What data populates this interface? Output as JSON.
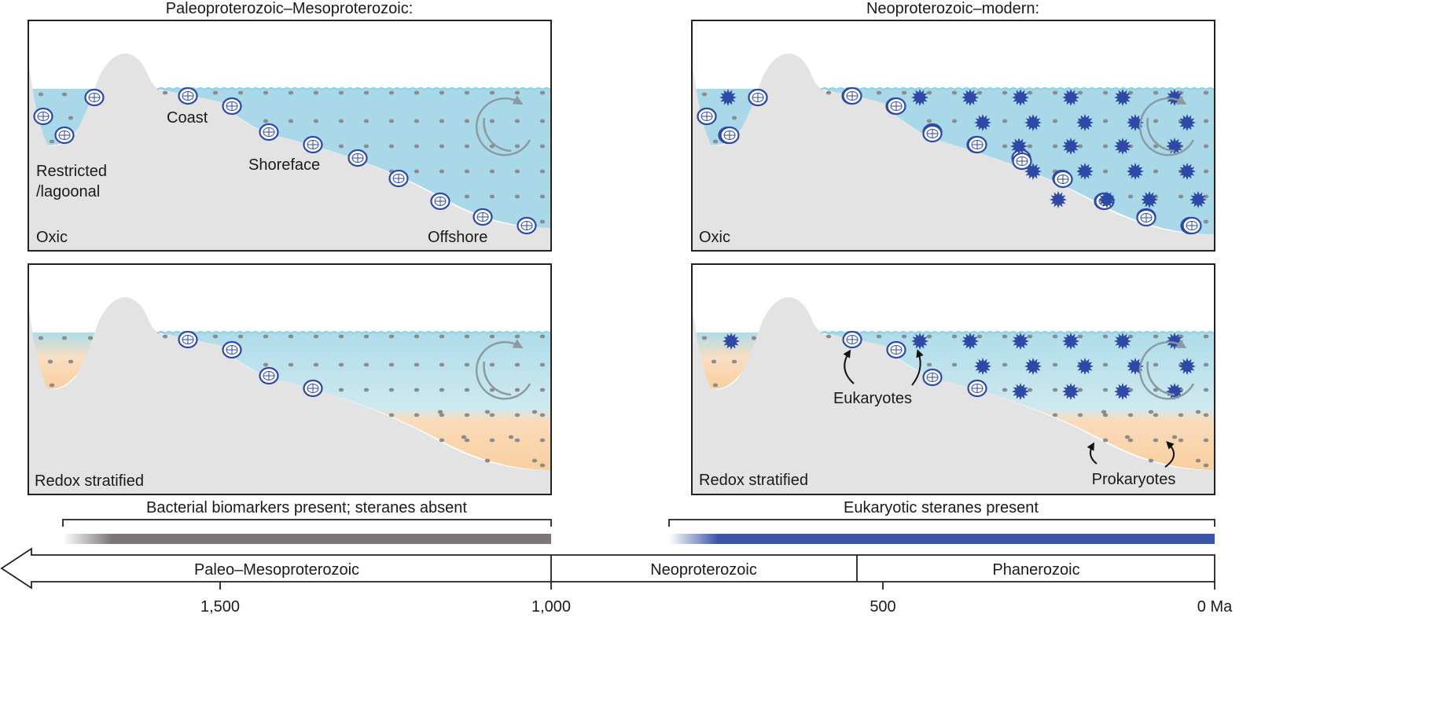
{
  "left_column": {
    "title": "Paleoproterozoic–Mesoproterozoic:",
    "top_panel": {
      "labels": {
        "restricted": "Restricted",
        "lagoonal": "/lagoonal",
        "coast": "Coast",
        "shoreface": "Shoreface",
        "offshore": "Offshore",
        "state": "Oxic"
      }
    },
    "bottom_panel": {
      "state": "Redox stratified"
    },
    "biomarker_caption": "Bacterial biomarkers present; steranes absent"
  },
  "right_column": {
    "title": "Neoproterozoic–modern:",
    "top_panel": {
      "state": "Oxic"
    },
    "bottom_panel": {
      "state": "Redox stratified",
      "eukaryotes_label": "Eukaryotes",
      "prokaryotes_label": "Prokaryotes"
    },
    "biomarker_caption": "Eukaryotic steranes present"
  },
  "timeline": {
    "eras": [
      "Paleo–Mesoproterozoic",
      "Neoproterozoic",
      "Phanerozoic"
    ],
    "ticks": [
      "1,500",
      "1,000",
      "500",
      "0 Ma"
    ]
  },
  "colors": {
    "water": "#a9d9e8",
    "anoxic": "#f8d2ac",
    "land": "#e3e3e3",
    "eukaryote": "#2e48a6",
    "bacterial_bar": "#7d7677",
    "sterane_bar": "#3a55a8"
  }
}
